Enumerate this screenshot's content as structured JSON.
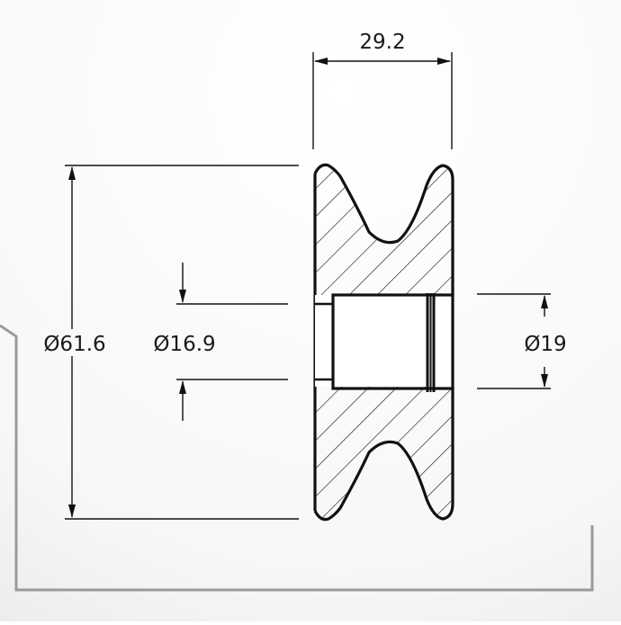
{
  "drawing": {
    "dimensions": {
      "width": "29.2",
      "outer_diameter": "Ø61.6",
      "bore_diameter": "Ø16.9",
      "bearing_seat_diameter": "Ø19"
    },
    "colors": {
      "line": "#111111",
      "frame": "#9a9a9a",
      "background": "#ffffff",
      "background_shade": "#ececec"
    }
  }
}
